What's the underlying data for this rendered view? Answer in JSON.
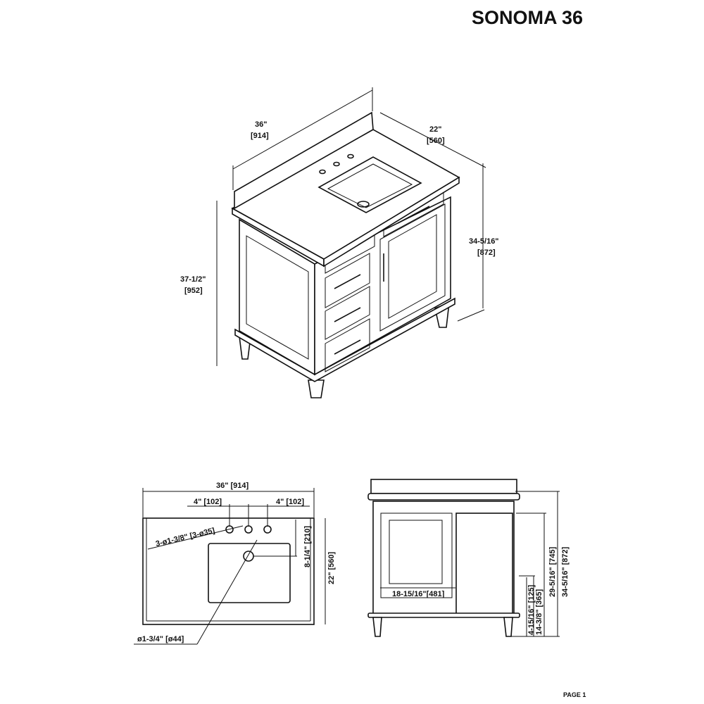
{
  "title": "SONOMA 36",
  "page_label": "PAGE 1",
  "iso_view": {
    "width_in": "36\"",
    "width_mm": "[914]",
    "depth_in": "22\"",
    "depth_mm": "[560]",
    "height_in": "37-1/2\"",
    "height_mm": "[952]",
    "body_height_in": "34-5/16\"",
    "body_height_mm": "[872]"
  },
  "top_view": {
    "width": "36\" [914]",
    "left_spacing": "4\" [102]",
    "right_spacing": "4\" [102]",
    "faucet_holes": "3-ø1-3/8\" [3-ø35]",
    "drain_offset": "8-1/4\" [210]",
    "depth": "22\" [560]",
    "drain_hole": "ø1-3/4\" [ø44]"
  },
  "front_view": {
    "interior_width": "18-15/16\"[481]",
    "shelf_height": "4-15/16\" [125]",
    "drawer_height": "14-3/8\" [365]",
    "door_height": "29-5/16\" [745]",
    "total_height": "34-5/16\" [872]"
  }
}
